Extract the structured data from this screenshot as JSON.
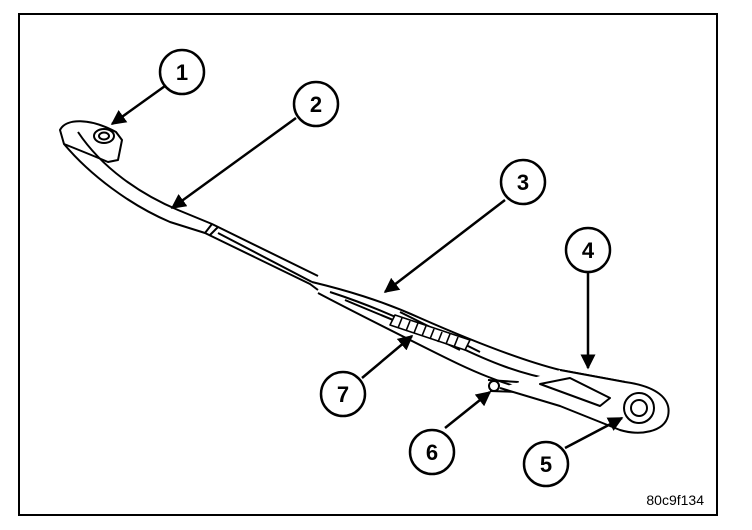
{
  "figure": {
    "id_code": "80c9f134",
    "subject": "wiper arm"
  },
  "callouts": [
    {
      "number": "1",
      "part": "pivot-end"
    },
    {
      "number": "2",
      "part": "arm-shank"
    },
    {
      "number": "3",
      "part": "arm-channel"
    },
    {
      "number": "4",
      "part": "arm-head"
    },
    {
      "number": "5",
      "part": "head-hole"
    },
    {
      "number": "6",
      "part": "latch-pin"
    },
    {
      "number": "7",
      "part": "spring-coil"
    }
  ],
  "colors": {
    "line": "#000000",
    "background": "#ffffff"
  }
}
